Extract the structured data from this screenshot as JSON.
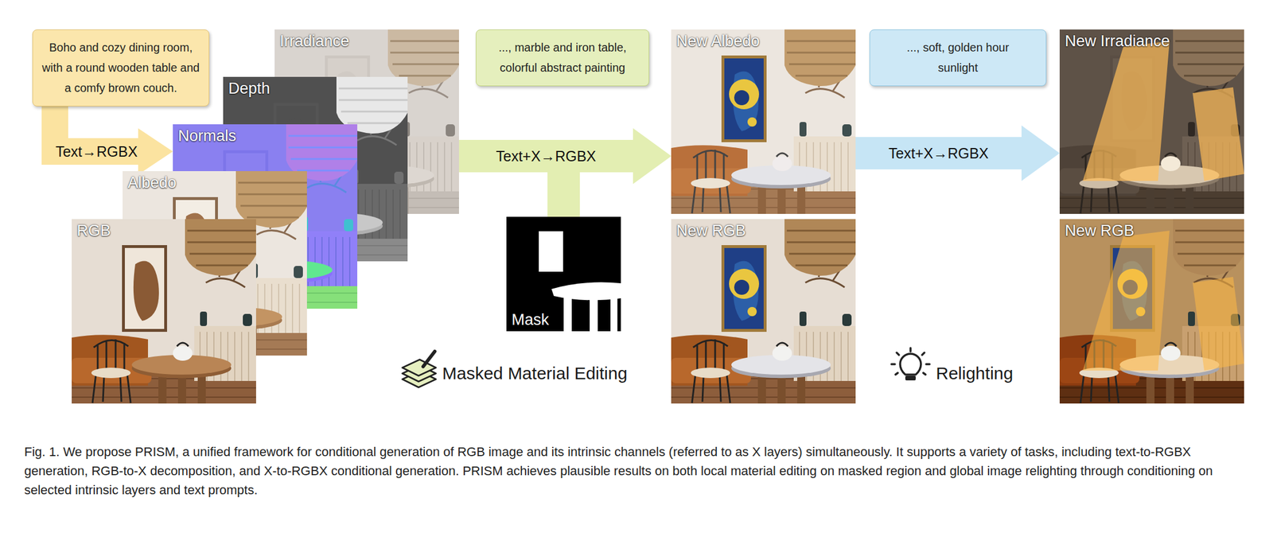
{
  "diagram": {
    "caption": "Fig. 1. We propose PRISM, a unified framework for conditional generation of RGB image and its intrinsic channels (referred to as X layers) simultaneously. It supports a variety of tasks, including text-to-RGBX generation, RGB-to-X decomposition, and X-to-RGBX conditional generation. PRISM achieves plausible results on both local material editing on masked region and global image relighting through conditioning on selected intrinsic layers and text prompts.",
    "nodes": [
      {
        "text": [
          "Boho and cozy dining room, with a round wooden table and a comfy brown couch."
        ]
      },
      {
        "text": [
          "Irradiance"
        ]
      },
      {
        "text": [
          "Depth"
        ]
      },
      {
        "text": [
          "Normals"
        ]
      },
      {
        "text": [
          "Albedo"
        ]
      },
      {
        "text": [
          "RGB"
        ]
      },
      {
        "text": [
          "..., marble and iron table, colorful abstract painting"
        ]
      },
      {
        "text": [
          "Mask"
        ]
      },
      {
        "text": [
          "New Albedo"
        ]
      },
      {
        "text": [
          "New RGB"
        ]
      },
      {
        "text": [
          "..., soft, golden hour sunlight"
        ]
      },
      {
        "text": [
          "New Irradiance"
        ]
      },
      {
        "text": [
          "New RGB"
        ]
      }
    ],
    "edges": [
      {
        "from": 0,
        "to": 3,
        "arrow": "to",
        "label": "Text→RGBX"
      },
      {
        "from": 1,
        "to": 8,
        "arrow": "to",
        "label": "Text+X→RGBX"
      },
      {
        "from": 7,
        "to": 8,
        "arrow": "to"
      },
      {
        "from": 8,
        "to": 11,
        "arrow": "to",
        "label": "Text+X→RGBX"
      }
    ],
    "labels": [
      "Masked Material Editing",
      "Relighting"
    ]
  }
}
